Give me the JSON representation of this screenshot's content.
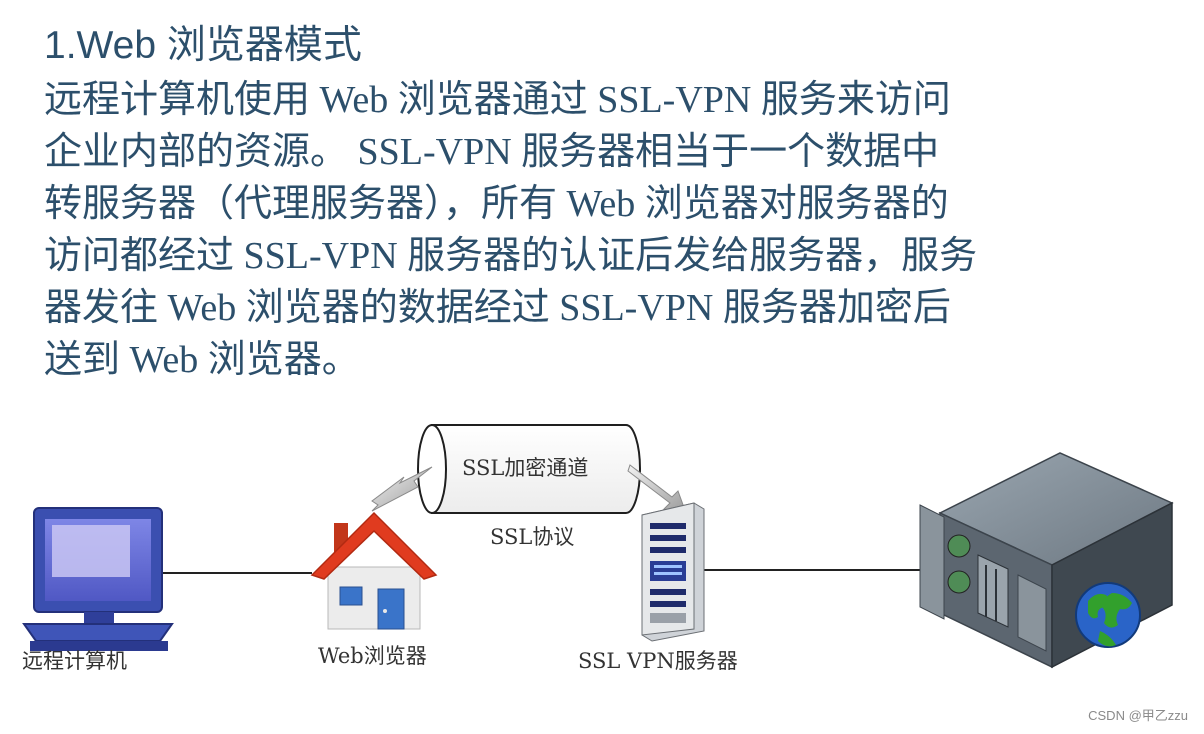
{
  "heading": "1.Web 浏览器模式",
  "paragraph_lines": [
    "远程计算机使用 Web 浏览器通过 SSL-VPN 服务来访问",
    "企业内部的资源。 SSL-VPN 服务器相当于一个数据中",
    "转服务器（代理服务器），所有 Web 浏览器对服务器的",
    "访问都经过 SSL-VPN 服务器的认证后发给服务器，服务",
    "器发往 Web 浏览器的数据经过 SSL-VPN  服务器加密后",
    "送到 Web 浏览器。"
  ],
  "diagram": {
    "tunnel_label": "SSL加密通道",
    "protocol_label": "SSL协议",
    "remote_label": "远程计算机",
    "browser_label": "Web浏览器",
    "vpn_label": "SSL  VPN服务器"
  },
  "watermark": "CSDN @甲乙zzu",
  "colors": {
    "text": "#2c4f6b",
    "house_roof": "#e03b1f",
    "server_dark": "#4a5660"
  },
  "icons": [
    "computer-icon",
    "house-icon",
    "vpn-server-tower-icon",
    "rack-server-icon",
    "globe-icon"
  ]
}
